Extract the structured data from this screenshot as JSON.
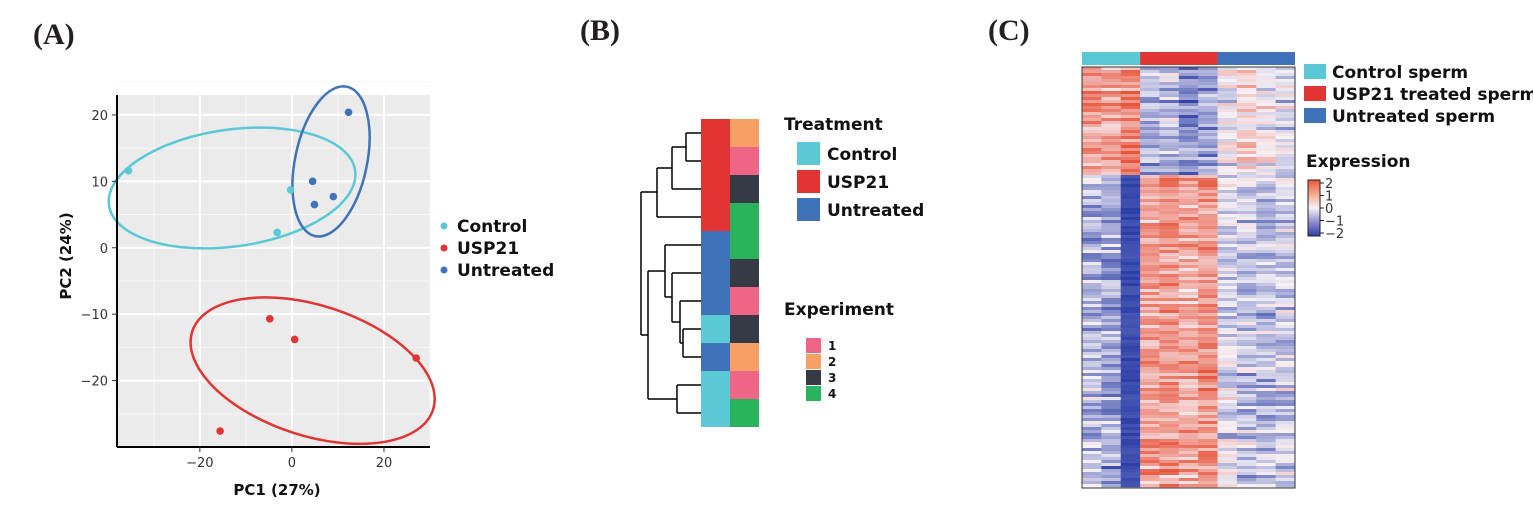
{
  "panel_labels": {
    "a": "(A)",
    "b": "(B)",
    "c": "(C)"
  },
  "colors": {
    "control": "#5bc8d6",
    "usp21": "#e23533",
    "untreated": "#3f72b8",
    "exp1": "#ef6585",
    "exp2": "#f6a065",
    "exp3": "#353a44",
    "exp4": "#28b35c"
  },
  "chart_data": [
    {
      "type": "scatter",
      "panel": "A",
      "xlabel": "PC1 (27%)",
      "ylabel": "PC2 (24%)",
      "xlim": [
        -38,
        30
      ],
      "ylim": [
        -30,
        23
      ],
      "xticks": [
        -20,
        0,
        20
      ],
      "yticks": [
        -20,
        -10,
        0,
        10,
        20
      ],
      "xtick_labels": [
        "−20",
        "0",
        "20"
      ],
      "ytick_labels": [
        "−20",
        "−10",
        "0",
        "10",
        "20"
      ],
      "grid": true,
      "legend_position": "right",
      "series": [
        {
          "name": "Control",
          "color": "#5bc8d6",
          "points": [
            [
              -35.5,
              11.6
            ],
            [
              -0.3,
              8.7
            ],
            [
              -3.2,
              2.3
            ]
          ],
          "ellipse": {
            "cx": -13,
            "cy": 9,
            "rx": 27,
            "ry": 8.8,
            "angle": -8
          }
        },
        {
          "name": "USP21",
          "color": "#e23533",
          "points": [
            [
              -4.8,
              -10.7
            ],
            [
              0.6,
              -13.8
            ],
            [
              27,
              -16.6
            ],
            [
              -15.6,
              -27.6
            ]
          ],
          "ellipse": {
            "cx": 4.5,
            "cy": -18.5,
            "rx": 27.5,
            "ry": 9.8,
            "angle": 18
          }
        },
        {
          "name": "Untreated",
          "color": "#3f72b8",
          "points": [
            [
              12.3,
              20.4
            ],
            [
              4.5,
              10
            ],
            [
              9,
              7.7
            ],
            [
              4.9,
              6.5
            ]
          ],
          "ellipse": {
            "cx": 8.5,
            "cy": 13,
            "rx": 7.8,
            "ry": 11.5,
            "angle": 12
          }
        }
      ]
    },
    {
      "type": "heatmap",
      "panel": "B",
      "annotation_legends": {
        "treatment_title": "Treatment",
        "treatment": [
          "Control",
          "USP21",
          "Untreated"
        ],
        "experiment_title": "Experiment",
        "experiment": [
          "1",
          "2",
          "3",
          "4"
        ]
      },
      "rows_top_to_bottom": [
        {
          "treatment": "USP21",
          "experiment": "2"
        },
        {
          "treatment": "USP21",
          "experiment": "1"
        },
        {
          "treatment": "USP21",
          "experiment": "3"
        },
        {
          "treatment": "USP21",
          "experiment": "4"
        },
        {
          "treatment": "Untreated",
          "experiment": "4"
        },
        {
          "treatment": "Untreated",
          "experiment": "3"
        },
        {
          "treatment": "Untreated",
          "experiment": "1"
        },
        {
          "treatment": "Control",
          "experiment": "3"
        },
        {
          "treatment": "Untreated",
          "experiment": "2"
        },
        {
          "treatment": "Control",
          "experiment": "1"
        },
        {
          "treatment": "Control",
          "experiment": "4"
        }
      ]
    },
    {
      "type": "heatmap",
      "panel": "C",
      "column_groups": [
        "Control sperm",
        "USP21 treated sperm",
        "Untreated sperm"
      ],
      "columns_per_group": [
        3,
        4,
        4
      ],
      "legend_title": "Expression",
      "scale_ticks": [
        "2",
        "1",
        "0",
        "−1",
        "−2"
      ],
      "scale_values": [
        2,
        1,
        0,
        -1,
        -2
      ]
    }
  ]
}
